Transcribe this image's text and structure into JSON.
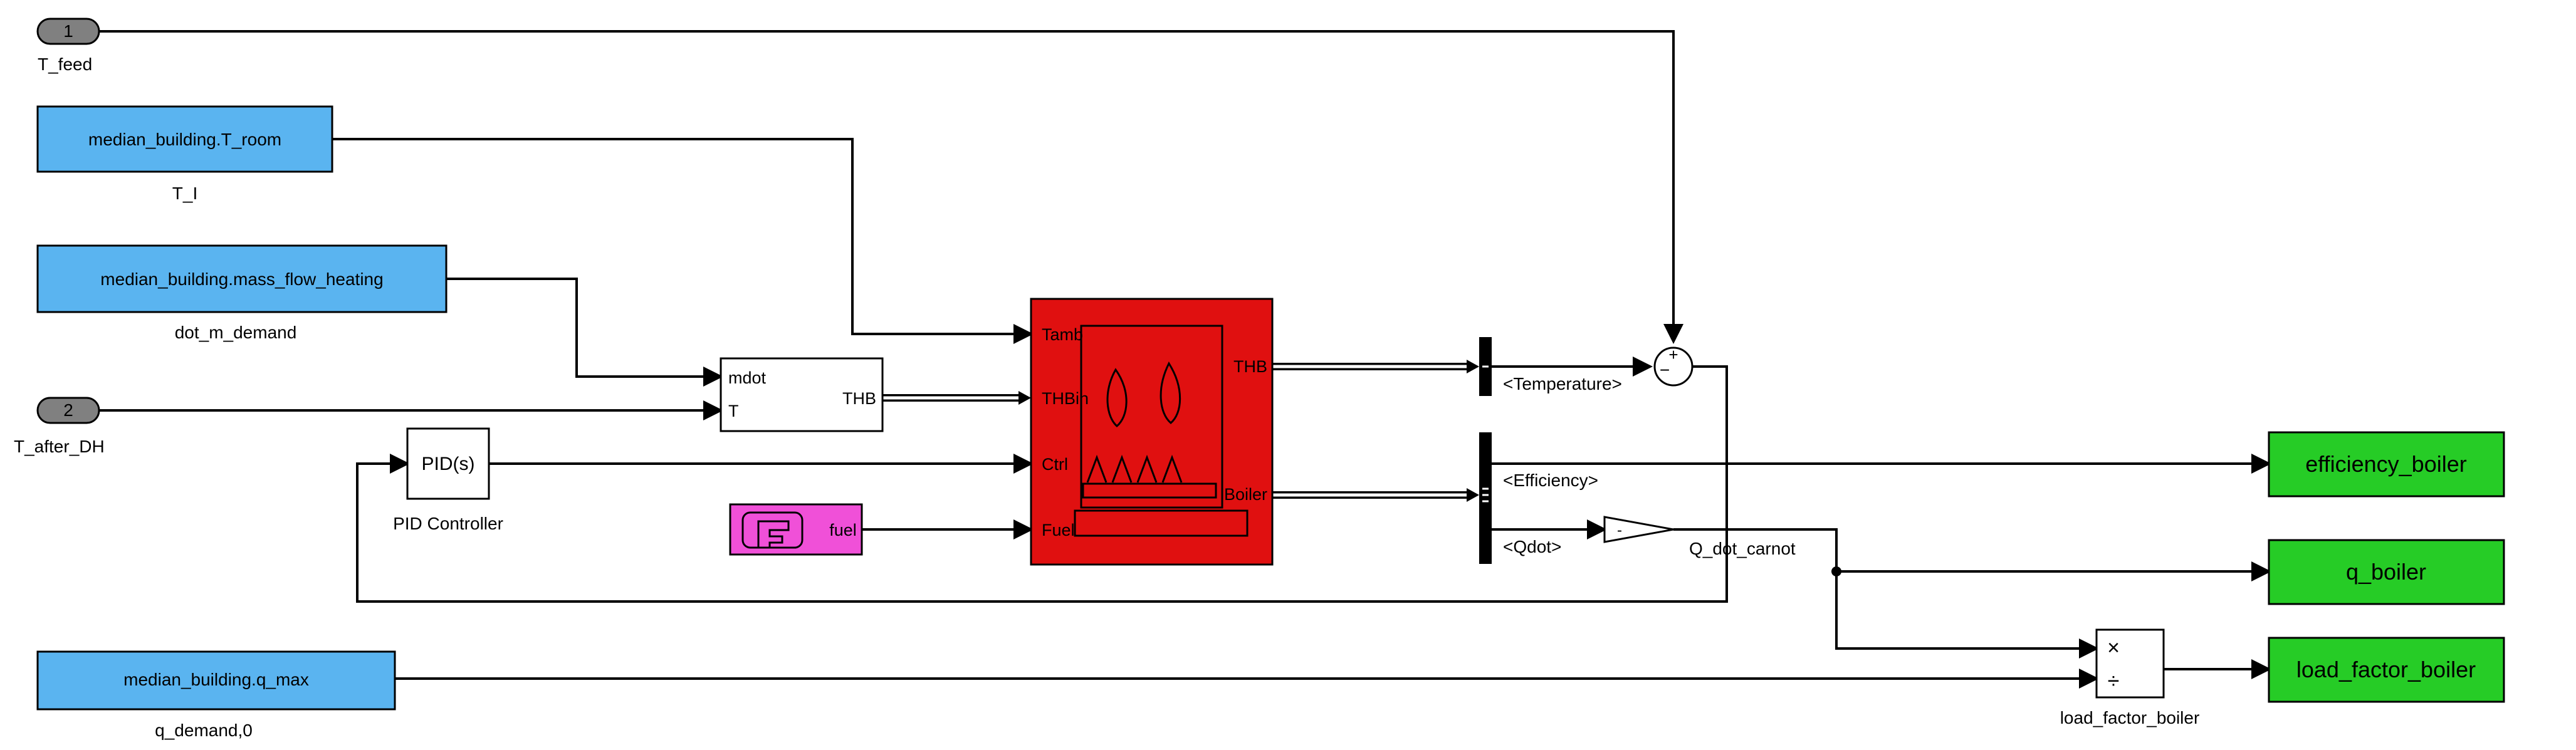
{
  "inports": [
    {
      "number": "1",
      "label": "T_feed"
    },
    {
      "number": "2",
      "label": "T_after_DH"
    }
  ],
  "from_blocks": [
    {
      "text": "median_building.T_room",
      "label": "T_I"
    },
    {
      "text": "median_building.mass_flow_heating",
      "label": "dot_m_demand"
    },
    {
      "text": "median_building.q_max",
      "label": "q_demand,0"
    }
  ],
  "mux_block": {
    "port_mdot": "mdot",
    "port_T": "T",
    "port_out": "THB"
  },
  "pid_block": {
    "text": "PID(s)",
    "label": "PID Controller"
  },
  "fuel_block": {
    "text": "fuel"
  },
  "boiler_block": {
    "ports_in": [
      "Tamb",
      "THBin",
      "Ctrl",
      "Fuel"
    ],
    "ports_out": [
      "THB",
      "Boiler"
    ]
  },
  "signal_labels": {
    "temperature": "<Temperature>",
    "efficiency": "<Efficiency>",
    "qdot": "<Qdot>",
    "q_dot_carnot": "Q_dot_carnot"
  },
  "sum_block": {
    "signs": "+-"
  },
  "gain_block": {
    "text": "-"
  },
  "product_block": {
    "op_mult": "×",
    "op_div": "÷",
    "label": "load_factor_boiler"
  },
  "goto_blocks": [
    {
      "text": "efficiency_boiler"
    },
    {
      "text": "q_boiler"
    },
    {
      "text": "load_factor_boiler"
    }
  ],
  "colors": {
    "from_block": "#5ab4f0",
    "goto_block": "#26cc26",
    "boiler": "#e01010",
    "fuel": "#f050d8",
    "inport": "#808080"
  }
}
